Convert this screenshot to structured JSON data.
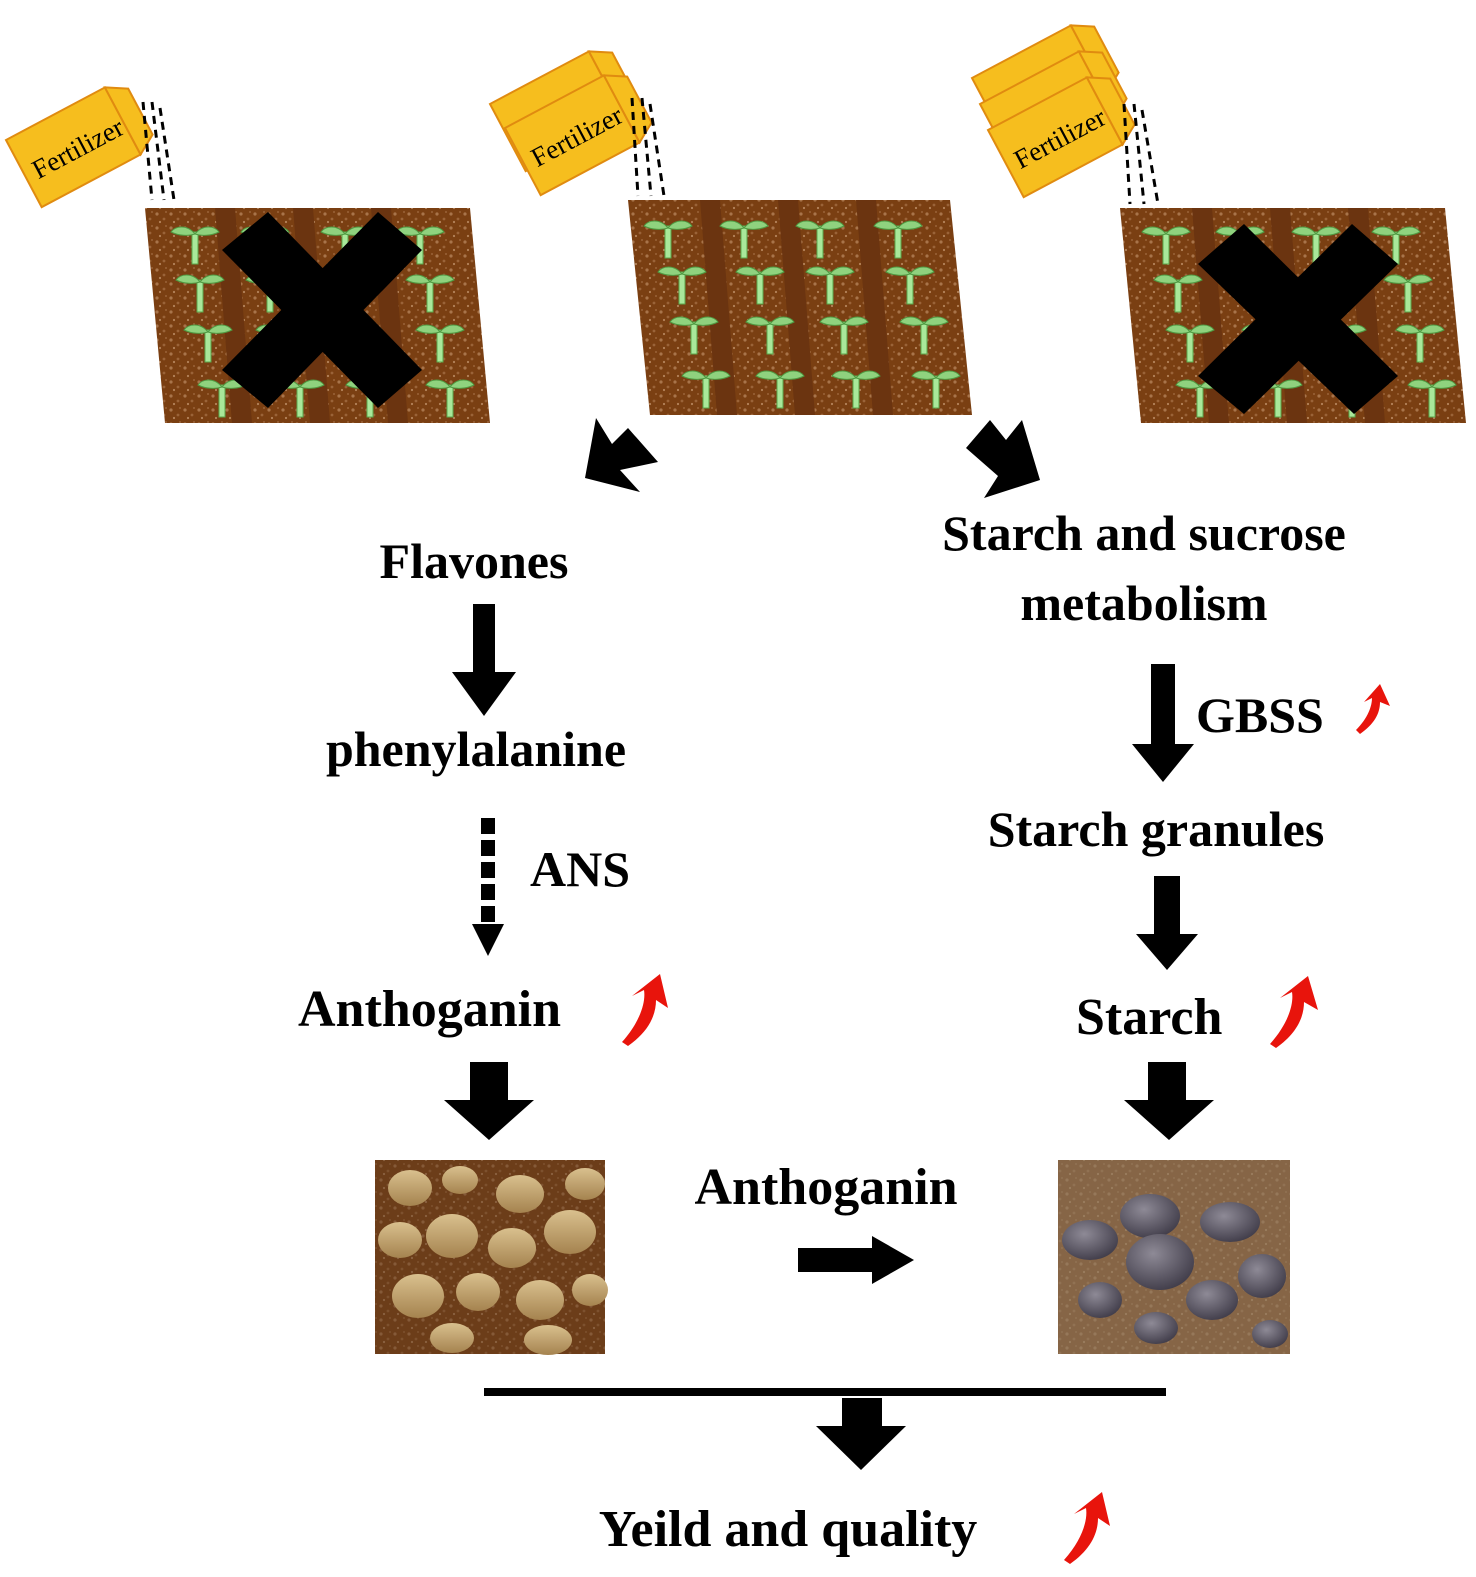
{
  "fertilizer_label": "Fertilizer",
  "fields": [
    {
      "id": "low",
      "bags": 1,
      "rejected": true
    },
    {
      "id": "medium",
      "bags": 2,
      "rejected": false
    },
    {
      "id": "high",
      "bags": 3,
      "rejected": true
    }
  ],
  "left_pathway": {
    "start": "Flavones",
    "intermediate": "phenylalanine",
    "enzyme": "ANS",
    "product": "Anthoganin",
    "product_trend": "up"
  },
  "right_pathway": {
    "start_line1": "Starch and sucrose",
    "start_line2": "metabolism",
    "enzyme": "GBSS",
    "enzyme_trend": "up",
    "intermediate": "Starch granules",
    "product": "Starch",
    "product_trend": "up"
  },
  "conversion_label": "Anthoganin",
  "images": {
    "left": "yellow potatoes in soil (photo)",
    "right": "purple potatoes in soil (photo)"
  },
  "outcome": {
    "label": "Yeild and quality",
    "trend": "up"
  },
  "colors": {
    "soil": "#7a3f12",
    "soil_dots": "#a8744a",
    "seedling": "#a9e89a",
    "bag": "#f6be1e",
    "bag_edge": "#e08b10",
    "arrow": "#000000",
    "trend_arrow": "#e8140c"
  }
}
